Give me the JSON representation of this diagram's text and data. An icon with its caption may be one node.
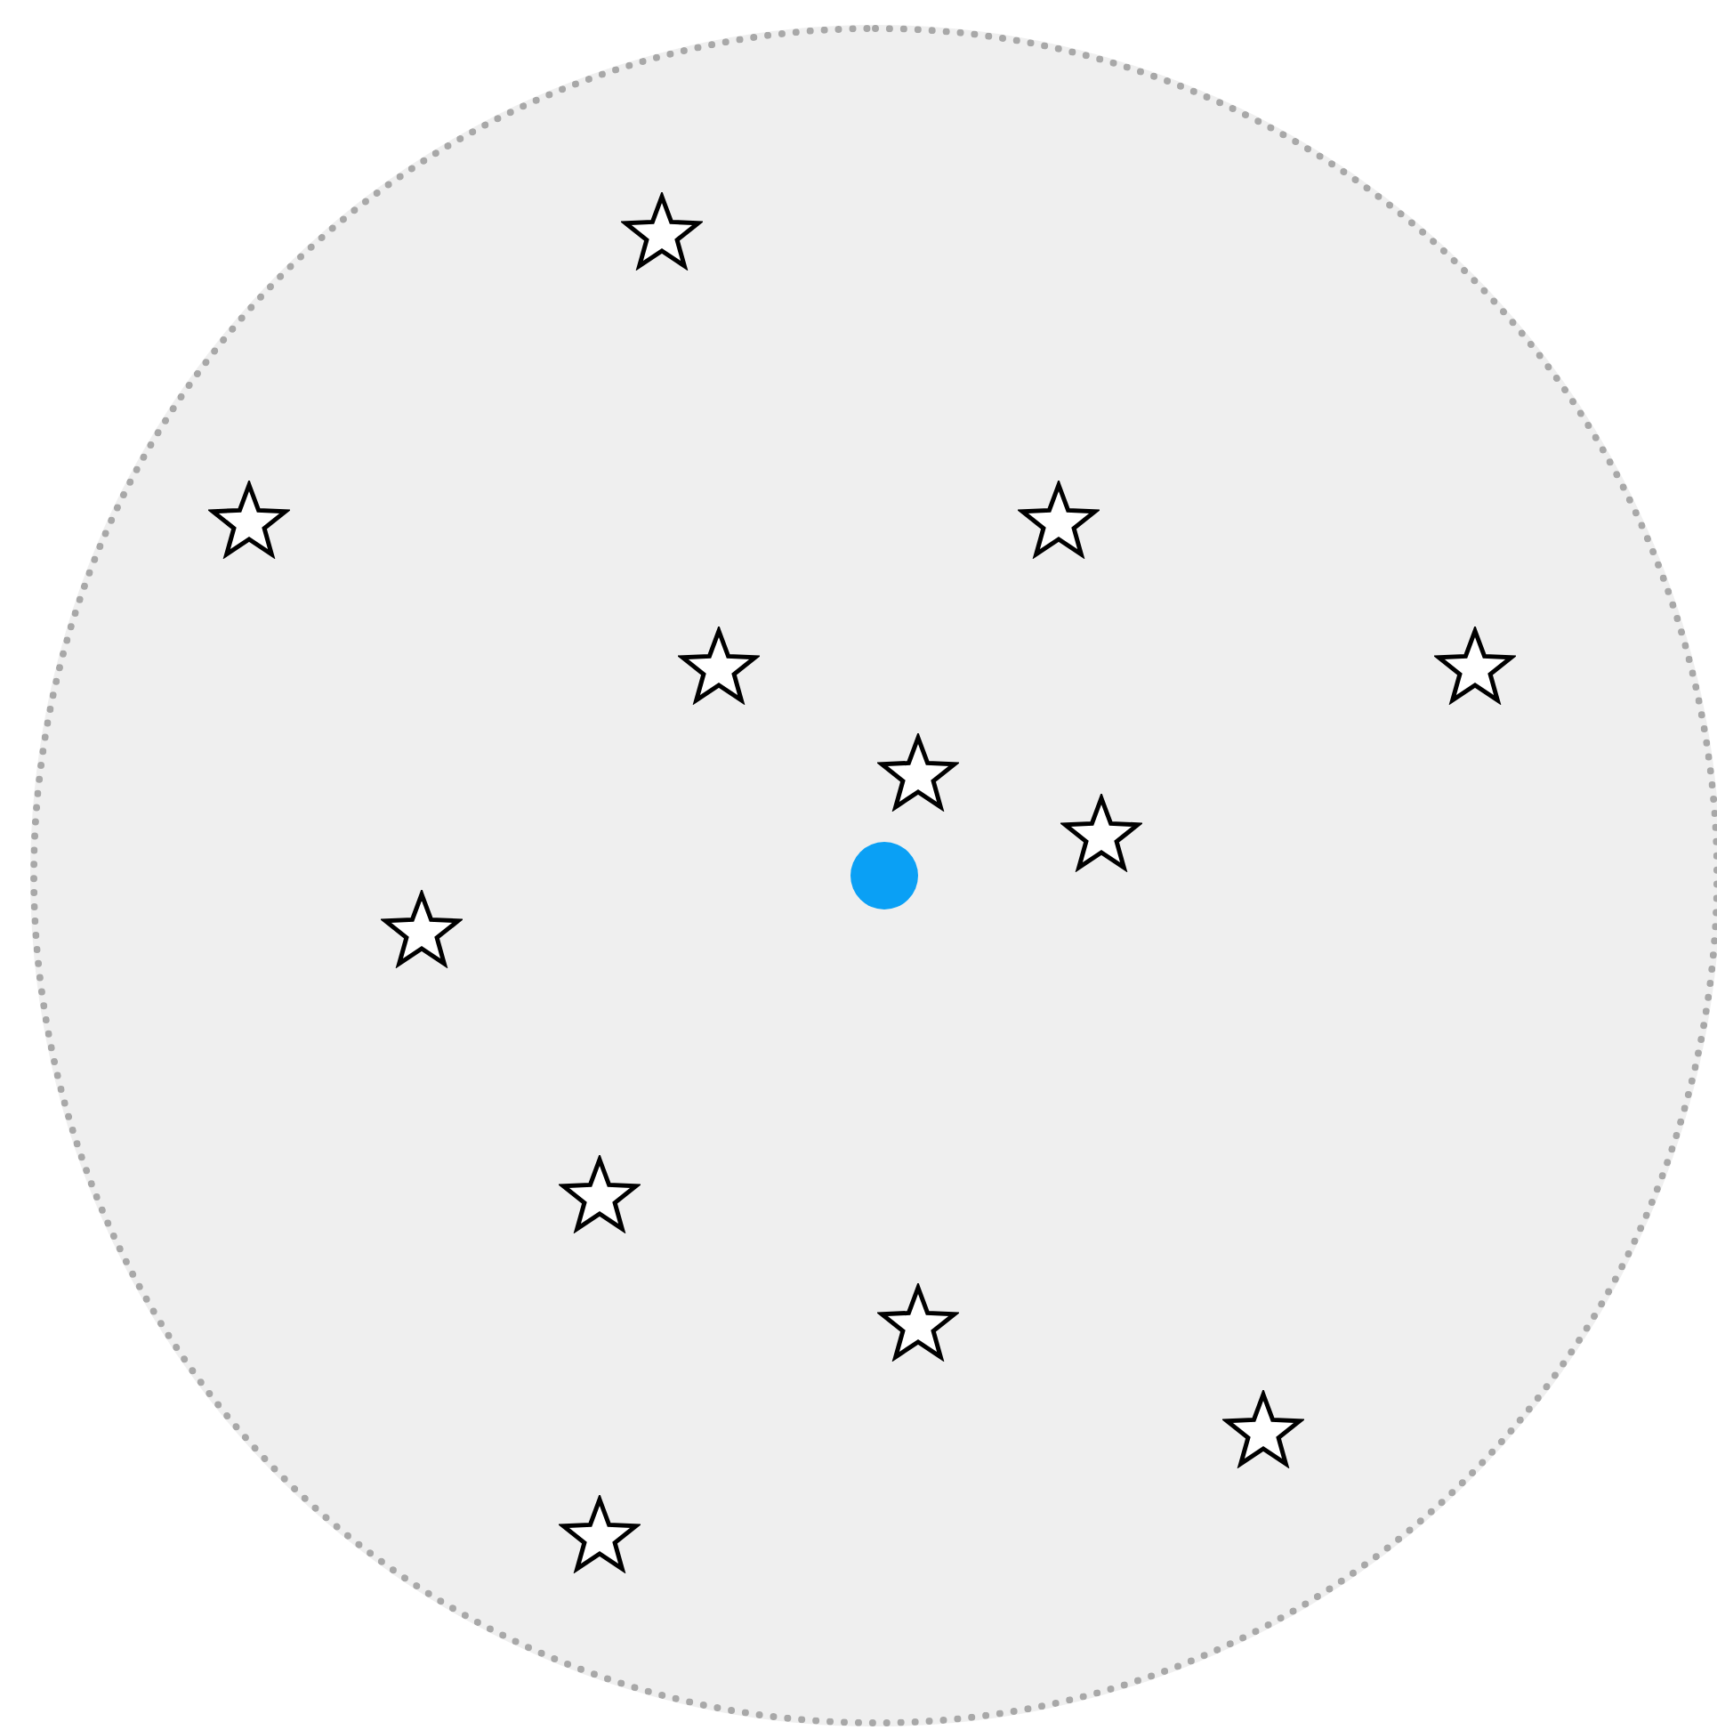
{
  "diagram": {
    "nodes": [
      {
        "text": [],
        "shape": "circle"
      },
      {
        "text": [],
        "shape": "star",
        "in": 0
      },
      {
        "text": [],
        "shape": "star",
        "in": 0
      },
      {
        "text": [],
        "shape": "star",
        "in": 0
      },
      {
        "text": [],
        "shape": "star",
        "in": 0
      },
      {
        "text": [],
        "shape": "star",
        "in": 0
      },
      {
        "text": [],
        "shape": "star",
        "in": 0
      },
      {
        "text": [],
        "shape": "star",
        "in": 0
      },
      {
        "text": [],
        "shape": "dot",
        "in": 0
      },
      {
        "text": [],
        "shape": "star",
        "in": 0
      },
      {
        "text": [],
        "shape": "star",
        "in": 0
      },
      {
        "text": [],
        "shape": "star",
        "in": 0
      },
      {
        "text": [],
        "shape": "star",
        "in": 0
      },
      {
        "text": [],
        "shape": "star",
        "in": 0
      }
    ]
  }
}
